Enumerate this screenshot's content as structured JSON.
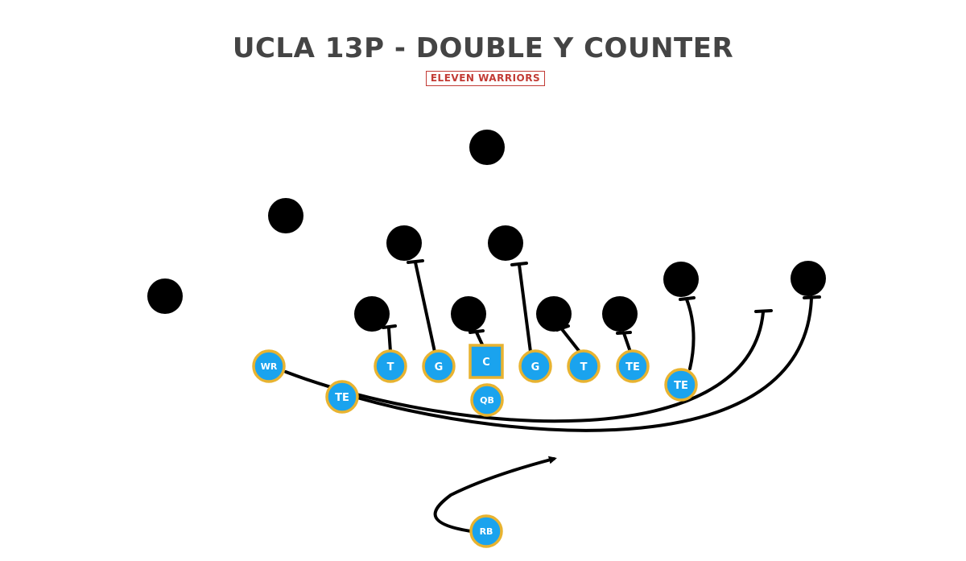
{
  "title": "UCLA 13P - DOUBLE Y COUNTER",
  "logo_text": "ELEVEN WARRIORS",
  "colors": {
    "offense_fill": "#1aa3ee",
    "offense_border": "#e8b330",
    "defense_fill": "#000000",
    "route": "#000000",
    "title": "#444444",
    "logo": "#c23b35"
  },
  "offense_labels": {
    "wr": "WR",
    "te_motion": "TE",
    "lt": "T",
    "lg": "G",
    "c": "C",
    "rg": "G",
    "rt": "T",
    "te_inline": "TE",
    "te_wing": "TE",
    "qb": "QB",
    "rb": "RB"
  }
}
